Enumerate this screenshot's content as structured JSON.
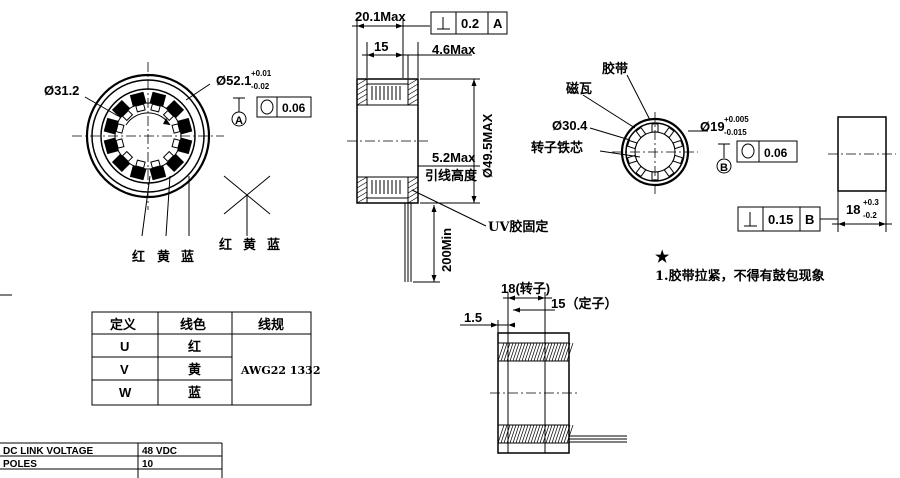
{
  "front_view": {
    "dim_inner": "Ø31.2",
    "dim_outer_base": "Ø52.1",
    "dim_outer_upper": "+0.01",
    "dim_outer_lower": "-0.02",
    "datum_a": "A",
    "roundness_value": "0.06"
  },
  "wire_labels": {
    "red": "红",
    "yellow": "黄",
    "blue": "蓝"
  },
  "star_labels": {
    "red": "红",
    "yellow": "黄",
    "blue": "蓝"
  },
  "side_view": {
    "max_width": "20.1Max",
    "perpendicularity_value": "0.2",
    "perpendicularity_datum": "A",
    "dim_15": "15",
    "dim_4_6": "4.6Max",
    "dim_height": "Ø49.5MAX",
    "dim_5_2": "5.2Max",
    "lead_height_label": "引线高度",
    "uv_glue_label": "UV胶固定",
    "lead_length": "200Min"
  },
  "rotor_view": {
    "tape_label": "胶带",
    "magnet_label": "磁瓦",
    "dim_30_4": "Ø30.4",
    "core_label": "转子铁芯",
    "dim_19_base": "Ø19",
    "dim_19_upper": "+0.005",
    "dim_19_lower": "-0.015",
    "datum_b": "B",
    "roundness_value": "0.06"
  },
  "rotor_side": {
    "dim_18_base": "18",
    "dim_18_upper": "+0.3",
    "dim_18_lower": "-0.2",
    "perpendicularity_value": "0.15",
    "perpendicularity_datum": "B"
  },
  "note": {
    "star": "★",
    "text": "1.胶带拉紧，不得有鼓包现象"
  },
  "assembly_view": {
    "rotor_length": "18(转子)",
    "stator_length": "15（定子）",
    "offset": "1.5"
  },
  "wire_table": {
    "headers": [
      "定义",
      "线色",
      "线规"
    ],
    "rows": [
      {
        "def": "U",
        "color": "红"
      },
      {
        "def": "V",
        "color": "黄"
      },
      {
        "def": "W",
        "color": "蓝"
      }
    ],
    "gauge": "AWG22 1332"
  },
  "spec_table": {
    "rows": [
      {
        "label": "DC LINK VOLTAGE",
        "value": "48 VDC"
      },
      {
        "label": "POLES",
        "value": "10"
      }
    ]
  }
}
